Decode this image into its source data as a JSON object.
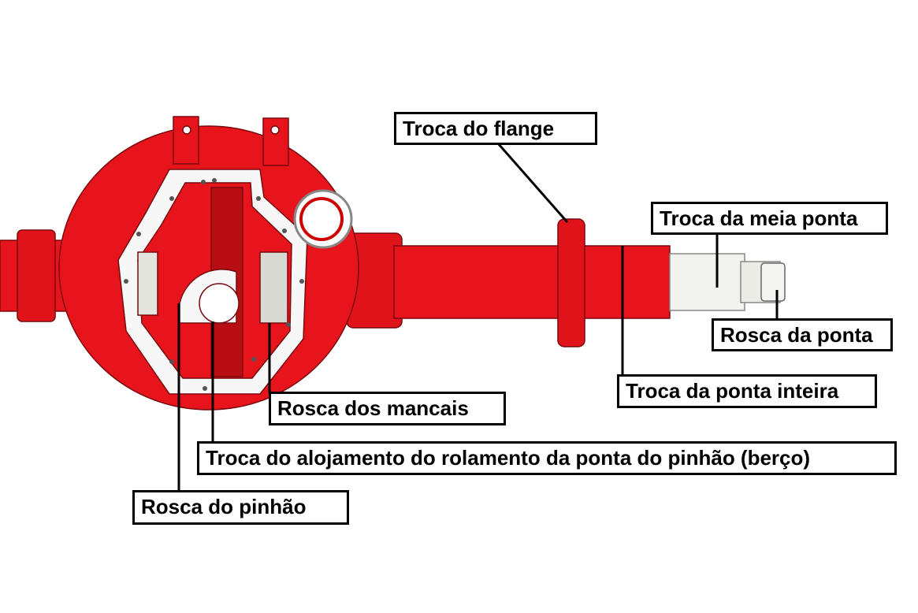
{
  "colors": {
    "housing": "#e8141c",
    "housing_dark": "#b80d12",
    "steel": "#f2f2ee",
    "label_border": "#000000"
  },
  "labels": {
    "flange": "Troca do flange",
    "half_spindle": "Troca da meia ponta",
    "spindle_thread": "Rosca da ponta",
    "full_spindle": "Troca da ponta inteira",
    "bearing_thread": "Rosca dos mancais",
    "pinion_bearing_housing": "Troca do alojamento do rolamento da ponta do pinhão (berço)",
    "pinion_thread": "Rosca do pinhão"
  }
}
